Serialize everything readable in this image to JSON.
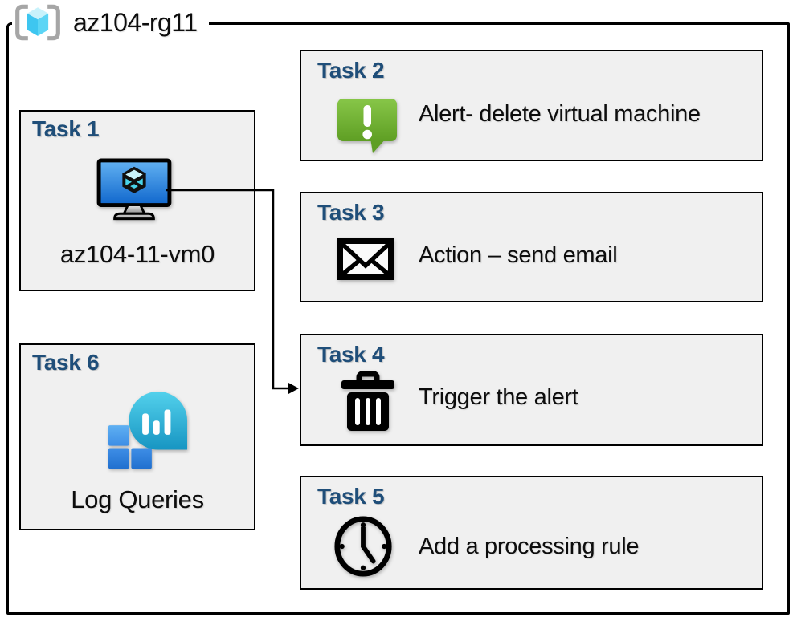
{
  "group": {
    "label": "az104-rg11",
    "icon": "resource-group-icon"
  },
  "tasks": [
    {
      "title": "Task 1",
      "label": "az104-11-vm0",
      "icon": "virtual-machine-icon"
    },
    {
      "title": "Task 2",
      "label": "Alert- delete virtual machine",
      "icon": "alert-message-icon"
    },
    {
      "title": "Task 3",
      "label": "Action – send email",
      "icon": "email-envelope-icon"
    },
    {
      "title": "Task 4",
      "label": "Trigger the alert",
      "icon": "trash-delete-icon"
    },
    {
      "title": "Task 5",
      "label": "Add a processing rule",
      "icon": "clock-icon"
    },
    {
      "title": "Task 6",
      "label": "Log Queries",
      "icon": "log-analytics-icon"
    }
  ],
  "connector": {
    "from_task": "Task 1",
    "to_task": "Task 4"
  },
  "colors": {
    "task_title_color": "#1F4E79",
    "box_background": "#F0F0F0",
    "outline": "#000000",
    "alert_green": "#6FB030",
    "vm_screen_blue": "#1C74D9",
    "log_bubble_teal": "#28B3D9",
    "rg_cube_cyan": "#4FD0F2",
    "bracket_gray": "#A6A6A6"
  }
}
